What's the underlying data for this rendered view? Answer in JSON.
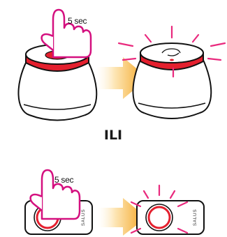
{
  "top": {
    "hold_time_label": "5 sec"
  },
  "separator": {
    "text": "ILI"
  },
  "bottom": {
    "hold_time_label": "5 sec",
    "brand_left": "SALUS",
    "brand_right": "SALUS"
  },
  "colors": {
    "accent_red": "#e4202e",
    "hand_magenta": "#d4107f",
    "flash_pink": "#e9297d",
    "arrow_orange": "#f3a21b"
  }
}
